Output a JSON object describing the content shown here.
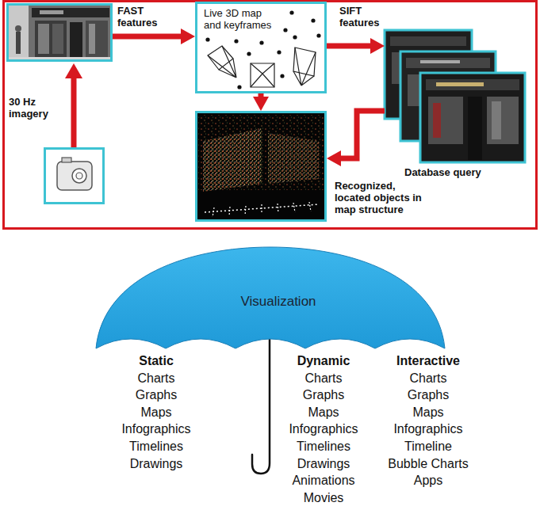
{
  "diagram": {
    "nodes": [
      {
        "text": [
          "30 Hz imagery"
        ]
      },
      {
        "text": [
          "Live 3D map and keyframes"
        ]
      },
      {
        "text": [
          "Database query"
        ]
      },
      {
        "text": [
          "Recognized, located objects in map structure"
        ]
      },
      {
        "text": [
          "Visualization"
        ]
      }
    ],
    "edges": [
      {
        "from": 0,
        "to": 1,
        "label": "FAST features",
        "arrow": "to"
      },
      {
        "from": 1,
        "to": 2,
        "label": "SIFT features",
        "arrow": "to"
      },
      {
        "from": 1,
        "to": 3,
        "arrow": "to"
      },
      {
        "from": 2,
        "to": 3,
        "arrow": "to"
      }
    ],
    "labels": [
      "Static",
      "Charts",
      "Graphs",
      "Maps",
      "Infographics",
      "Timelines",
      "Drawings",
      "Dynamic",
      "Charts",
      "Graphs",
      "Maps",
      "Infographics",
      "Timelines",
      "Drawings",
      "Animations",
      "Movies",
      "Interactive",
      "Charts",
      "Graphs",
      "Maps",
      "Infographics",
      "Timeline",
      "Bubble Charts",
      "Apps"
    ]
  }
}
